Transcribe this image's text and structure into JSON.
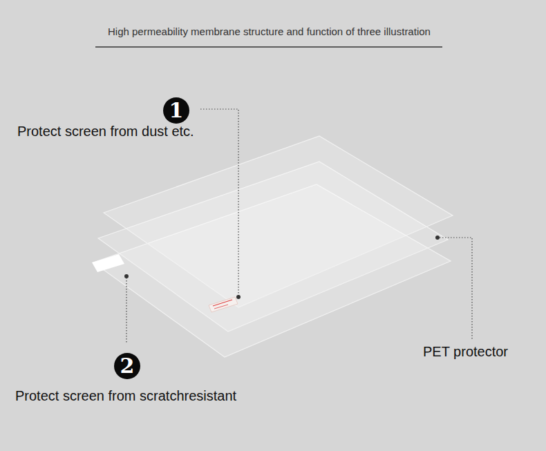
{
  "diagram": {
    "title": "High permeability membrane structure and function of three illustration",
    "nodes": [
      {
        "text": [
          "1"
        ]
      },
      {
        "text": [
          "2"
        ]
      }
    ],
    "labels": [
      "Protect screen from dust etc.",
      "Protect screen from scratchresistant",
      "PET protector"
    ]
  }
}
